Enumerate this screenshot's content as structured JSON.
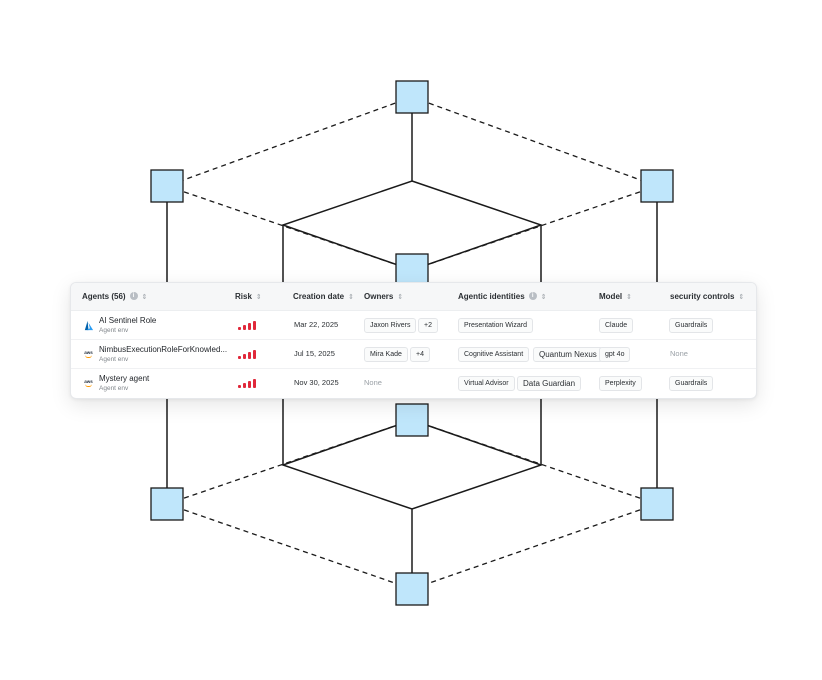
{
  "table": {
    "columns": {
      "agents": "Agents (56)",
      "risk": "Risk",
      "creation_date": "Creation date",
      "owners": "Owners",
      "agentic_identities": "Agentic identities",
      "model": "Model",
      "security_controls": "security controls"
    },
    "rows": [
      {
        "agent_name": "AI Sentinel Role",
        "agent_env": "Agent env",
        "provider_icon": "azure-icon",
        "risk_level": 4,
        "creation_date": "Mar 22, 2025",
        "owner": "Jaxon Rivers",
        "owner_extra": "+2",
        "identities": [
          "Presentation Wizard"
        ],
        "model": "Claude",
        "security_control": "Guardrails"
      },
      {
        "agent_name": "NimbusExecutionRoleForKnowled...",
        "agent_env": "Agent env",
        "provider_icon": "aws-icon",
        "aws_label": "aws",
        "risk_level": 4,
        "creation_date": "Jul 15, 2025",
        "owner": "Mira Kade",
        "owner_extra": "+4",
        "identities": [
          "Cognitive Assistant",
          "Quantum Nexus"
        ],
        "model": "gpt 4o",
        "security_control": "None"
      },
      {
        "agent_name": "Mystery agent",
        "agent_env": "Agent env",
        "provider_icon": "aws-icon",
        "aws_label": "aws",
        "risk_level": 4,
        "creation_date": "Nov 30, 2025",
        "owner": "None",
        "identities": [
          "Virtual Advisor",
          "Data Guardian"
        ],
        "model": "Perplexity",
        "security_control": "Guardrails"
      }
    ]
  },
  "colors": {
    "node_fill": "#bfe6fb",
    "node_stroke": "#1a1a1a",
    "risk_bar": "#e0283a",
    "azure_blue": "#0078d4",
    "aws_orange": "#ff9900"
  }
}
